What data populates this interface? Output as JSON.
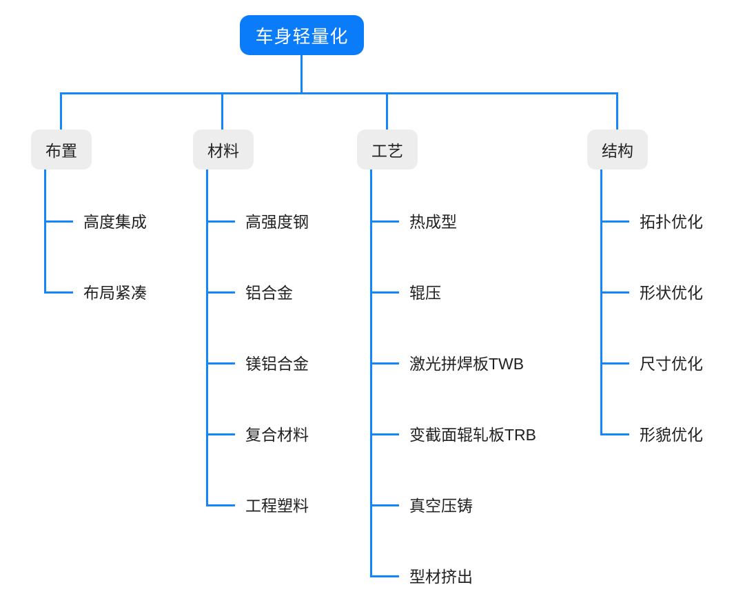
{
  "colors": {
    "accent": "#1486fb",
    "root_bg": "#0b7cf9",
    "root_text": "#ffffff",
    "node_bg": "#ededed",
    "text": "#212121",
    "canvas_bg": "#ffffff"
  },
  "tree": {
    "root": "车身轻量化",
    "branches": [
      {
        "label": "布置",
        "children": [
          "高度集成",
          "布局紧凑"
        ]
      },
      {
        "label": "材料",
        "children": [
          "高强度钢",
          "铝合金",
          "镁铝合金",
          "复合材料",
          "工程塑料"
        ]
      },
      {
        "label": "工艺",
        "children": [
          "热成型",
          "辊压",
          "激光拼焊板TWB",
          "变截面辊轧板TRB",
          "真空压铸",
          "型材挤出"
        ]
      },
      {
        "label": "结构",
        "children": [
          "拓扑优化",
          "形状优化",
          "尺寸优化",
          "形貌优化"
        ]
      }
    ]
  }
}
